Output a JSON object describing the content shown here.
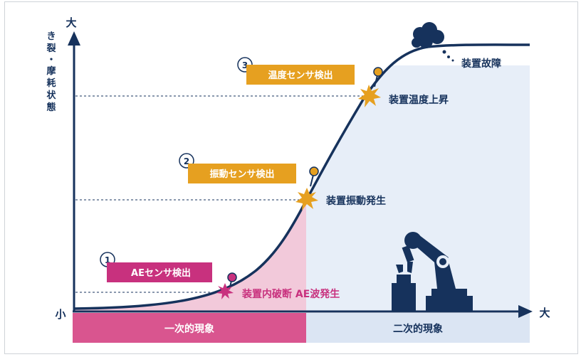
{
  "axes": {
    "y_top_label": "大",
    "y_bottom_label": "小",
    "x_right_label": "大",
    "y_title": [
      "き",
      "裂",
      "・",
      "摩",
      "耗",
      "状",
      "態"
    ]
  },
  "phases": {
    "primary": "一次的現象",
    "secondary": "二次的現象"
  },
  "sensors": [
    {
      "number": "1",
      "label": "AEセンサ検出"
    },
    {
      "number": "2",
      "label": "振動センサ検出"
    },
    {
      "number": "3",
      "label": "温度センサ検出"
    }
  ],
  "events": {
    "ae": "装置内破断 AE波発生",
    "vibration": "装置振動発生",
    "temperature": "装置温度上昇",
    "failure": "装置故障"
  },
  "colors": {
    "navy": "#16325c",
    "magenta": "#c8317e",
    "orange": "#e6a020",
    "light_blue": "#e7eef8",
    "light_pink": "#f2c9da",
    "pink_band": "#d9558f",
    "blue_band": "#dbe5f3"
  }
}
